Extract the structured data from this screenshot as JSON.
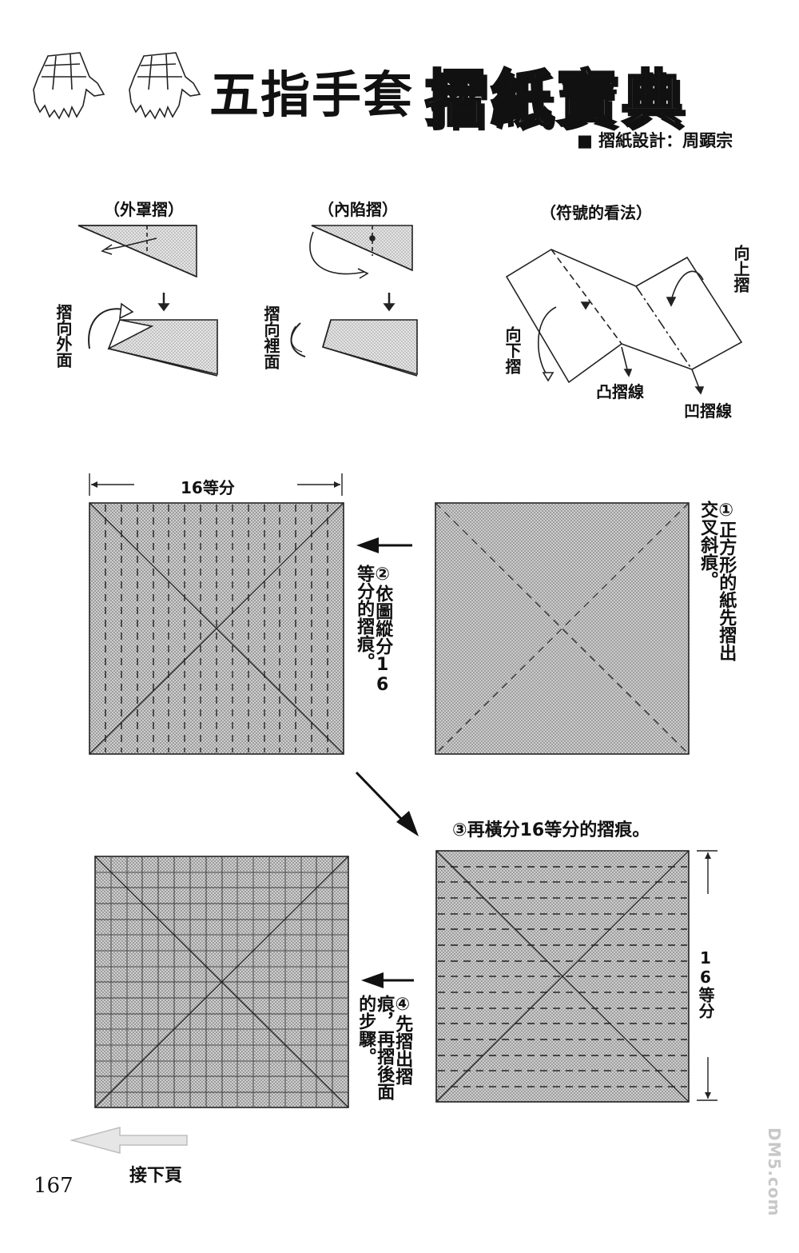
{
  "header": {
    "title_main": "五指手套",
    "title_emphasis": "摺紙寶典",
    "credit": "■ 摺紙設計：周顕宗"
  },
  "legend": {
    "outside_reverse": {
      "label": "（外罩摺）",
      "caption": "摺向外面"
    },
    "inside_reverse": {
      "label": "（內陷摺）",
      "caption": "摺向裡面"
    },
    "symbols": {
      "label": "（符號的看法）",
      "fold_up": "向上摺",
      "fold_down": "向下摺",
      "mountain": "凸摺線",
      "valley": "凹摺線"
    }
  },
  "steps": {
    "step1": "①正方形的紙先摺出交叉斜痕。",
    "step2": "②依圖縱分16等分的摺痕。",
    "step2_dim": "16等分",
    "step3": "③再橫分16等分的摺痕。",
    "step3_dim": "16等分",
    "step4": "④先摺出摺痕，再摺後面的步驟。"
  },
  "footer": {
    "next": "接下頁",
    "page_number": "167",
    "watermark": "DM5.com"
  }
}
